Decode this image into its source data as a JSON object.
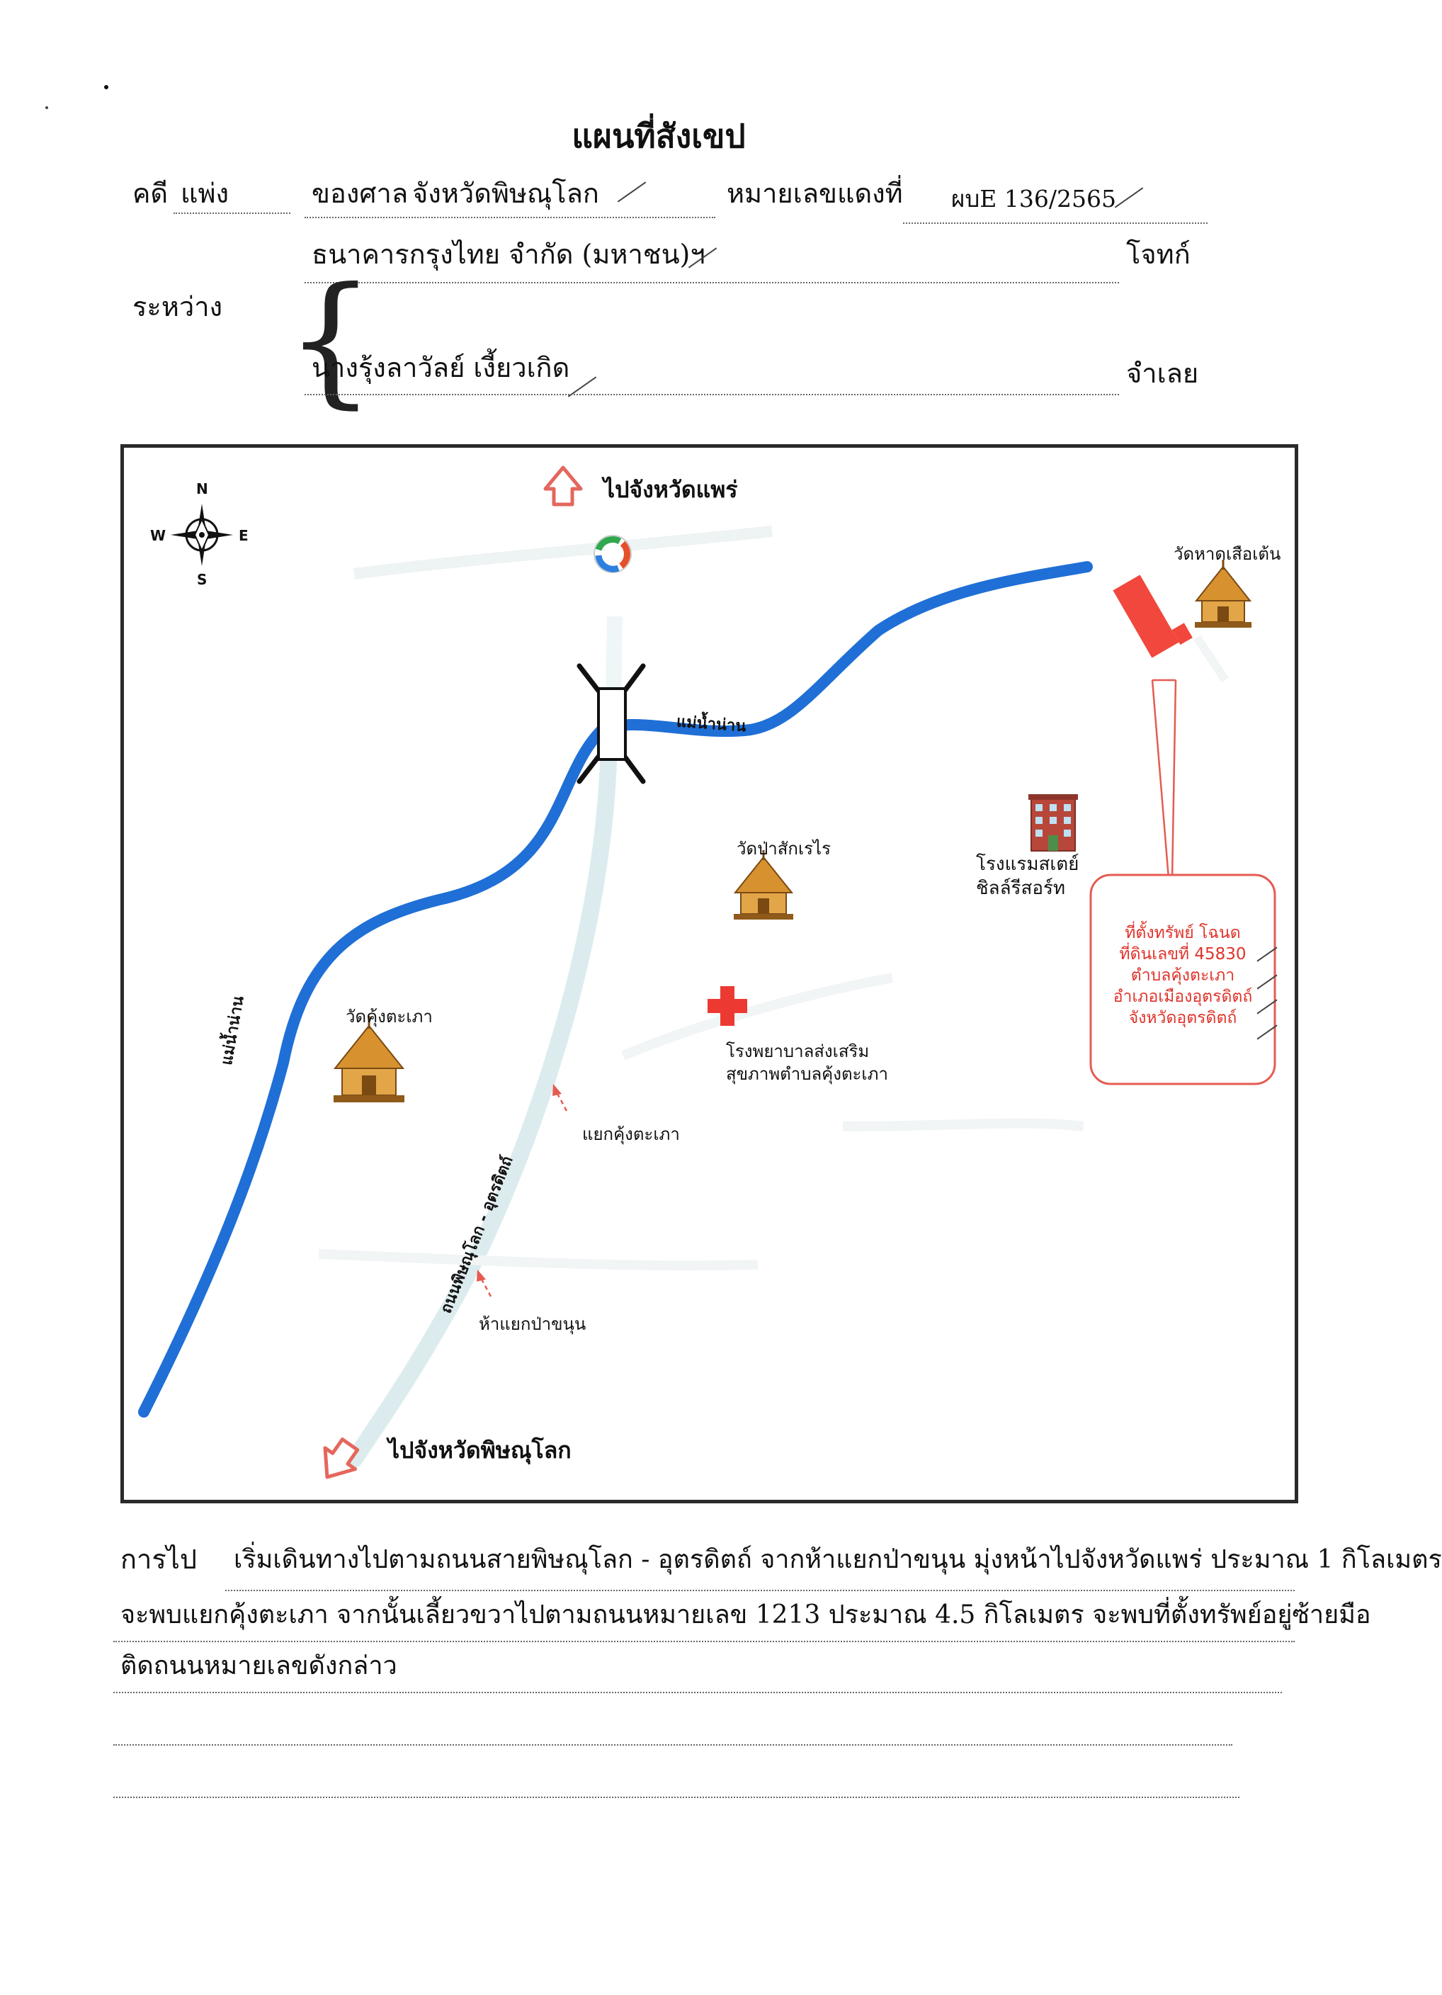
{
  "header": {
    "title": "แผนที่สังเขป",
    "case_label": "คดี",
    "case_type": "แพ่ง",
    "court_prefix": "ของศาล",
    "court_name": "จังหวัดพิษณุโลก",
    "red_number_label": "หมายเลขแดงที่",
    "red_number_value": "ผบE 136/2565",
    "between_label": "ระหว่าง",
    "plaintiff_name": "ธนาคารกรุงไทย จำกัด (มหาชน)ฯ",
    "plaintiff_role": "โจทก์",
    "defendant_name": "นางรุ้งลาวัลย์ เงี้ยวเกิด",
    "defendant_role": "จำเลย"
  },
  "map": {
    "compass": {
      "n": "N",
      "s": "S",
      "e": "E",
      "w": "W"
    },
    "to_phrae": "ไปจังหวัดแพร่",
    "to_phitsanulok": "ไปจังหวัดพิษณุโลก",
    "temple_hat_suea_ten": "วัดหาดเสือเต้น",
    "river_label_east": "แม่น้ำน่าน",
    "river_label_west": "แม่น้ำน่าน",
    "hotel_line1": "โรงแรมสเตย์",
    "hotel_line2": "ชิลล์รีสอร์ท",
    "temple_pa_sak_rerai": "วัดป่าสักเรไร",
    "temple_khung_taphao": "วัดคุ้งตะเภา",
    "hospital_line1": "โรงพยาบาลส่งเสริม",
    "hospital_line2": "สุขภาพตำบลคุ้งตะเภา",
    "junction_khung_taphao": "แยกคุ้งตะเภา",
    "road_label": "ถนนพิษณุโลก - อุตรดิตถ์",
    "junction_pa_khanun": "ห้าแยกป่าขนุน",
    "property_box": [
      "ที่ตั้งทรัพย์ โฉนด",
      "ที่ดินเลขที่ 45830",
      "ตำบลคุ้งตะเภา",
      "อำเภอเมืองอุตรดิตถ์",
      "จังหวัดอุตรดิตถ์"
    ],
    "colors": {
      "river": "#1f6fd6",
      "road": "#dcecee",
      "property": "#f1473c",
      "callout": "#e55b52",
      "temple": "#c9892f"
    }
  },
  "directions": {
    "label": "การไป",
    "line1": "เริ่มเดินทางไปตามถนนสายพิษณุโลก - อุตรดิตถ์ จากห้าแยกป่าขนุน มุ่งหน้าไปจังหวัดแพร่ ประมาณ 1 กิโลเมตร",
    "line2": "จะพบแยกคุ้งตะเภา จากนั้นเลี้ยวขวาไปตามถนนหมายเลข 1213 ประมาณ 4.5 กิโลเมตร จะพบที่ตั้งทรัพย์อยู่ซ้ายมือ",
    "line3": "ติดถนนหมายเลขดังกล่าว"
  }
}
